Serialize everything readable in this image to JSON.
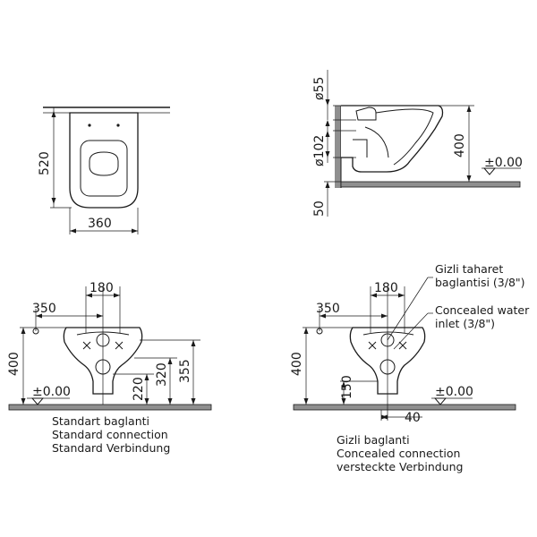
{
  "top_view": {
    "depth": "520",
    "width": "360"
  },
  "side_view": {
    "pipe_top": "ø55",
    "pipe_bottom": "ø102",
    "height": "400",
    "ground_level": "±0.00",
    "offset": "50"
  },
  "front_standard": {
    "width_180": "180",
    "width_350": "350",
    "height_400": "400",
    "height_220": "220",
    "height_320": "320",
    "height_355": "355",
    "ground_level": "±0.00",
    "caption_tr": "Standart baglanti",
    "caption_en": "Standard connection",
    "caption_de": "Standard Verbindung"
  },
  "front_concealed": {
    "width_180": "180",
    "width_350": "350",
    "height_400": "400",
    "height_150": "150",
    "width_40": "40",
    "ground_level": "±0.00",
    "note_taharet_1": "Gizli taharet",
    "note_taharet_2": "baglantisi  (3/8\")",
    "note_water_1": "Concealed water",
    "note_water_2": "inlet (3/8\")",
    "caption_tr": "Gizli baglanti",
    "caption_en": "Concealed connection",
    "caption_de": "versteckte Verbindung"
  }
}
